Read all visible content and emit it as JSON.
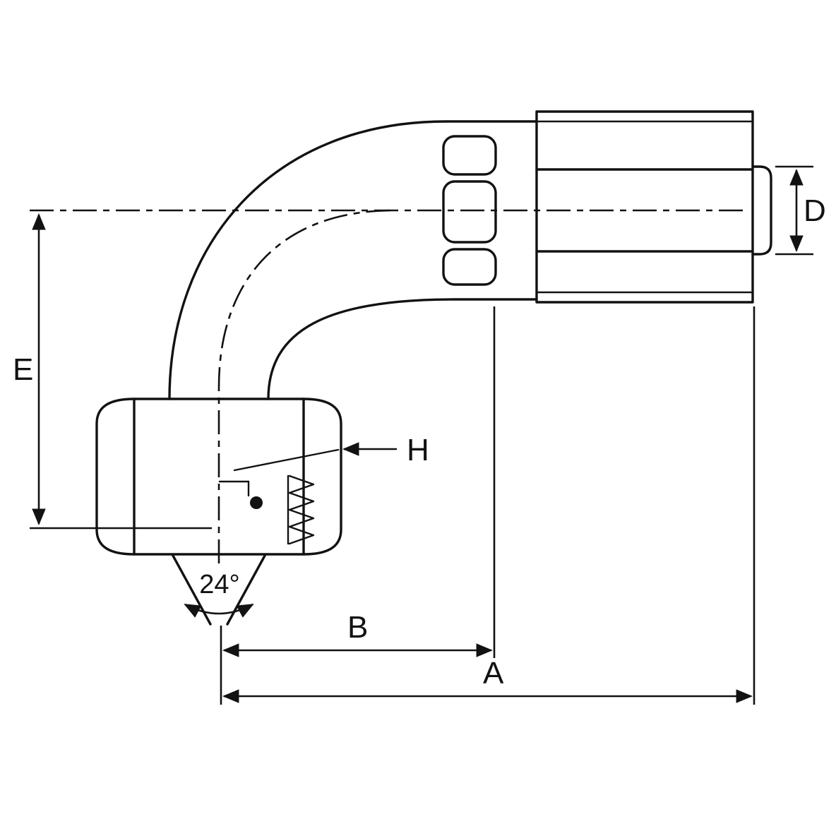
{
  "drawing": {
    "type": "technical-drawing",
    "subject": "90 degree elbow swivel hose fitting with crimp shell",
    "line_color": "#121212",
    "background": "#ffffff",
    "labels": {
      "dim_a": "A",
      "dim_b": "B",
      "dim_d": "D",
      "dim_e": "E",
      "dim_h": "H",
      "cone_angle": "24°"
    }
  }
}
